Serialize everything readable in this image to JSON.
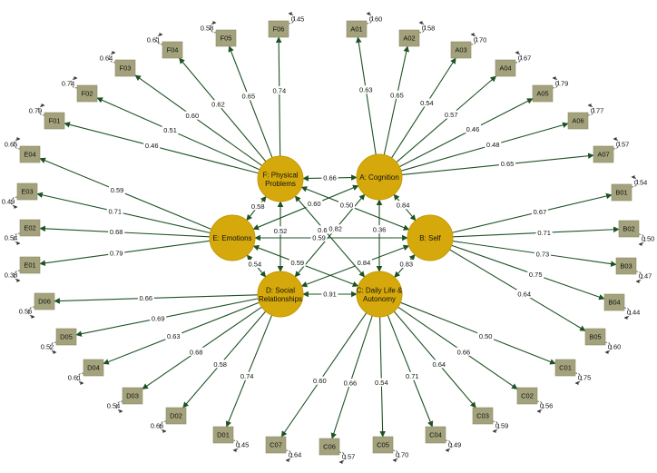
{
  "colors": {
    "factor": "#d5a90b",
    "indicator": "#a3a27c",
    "edge": "#1e5224"
  },
  "factors": [
    {
      "id": "F",
      "lines": [
        "F: Physical",
        "Problems"
      ]
    },
    {
      "id": "A",
      "lines": [
        "A: Cognition"
      ]
    },
    {
      "id": "E",
      "lines": [
        "E: Emotions"
      ]
    },
    {
      "id": "B",
      "lines": [
        "B: Self"
      ]
    },
    {
      "id": "D",
      "lines": [
        "D: Social",
        "Relationships"
      ]
    },
    {
      "id": "C",
      "lines": [
        "C: Daily Life &",
        "Autonomy"
      ]
    }
  ],
  "indicators": [
    {
      "id": "F01",
      "factor": "F",
      "loading": "0.46",
      "error": "0.79"
    },
    {
      "id": "F02",
      "factor": "F",
      "loading": "0.51",
      "error": "0.74"
    },
    {
      "id": "F03",
      "factor": "F",
      "loading": "0.60",
      "error": "0.64"
    },
    {
      "id": "F04",
      "factor": "F",
      "loading": "0.62",
      "error": "0.61"
    },
    {
      "id": "F05",
      "factor": "F",
      "loading": "0.65",
      "error": "0.58"
    },
    {
      "id": "F06",
      "factor": "F",
      "loading": "0.74",
      "error": "0.45"
    },
    {
      "id": "A01",
      "factor": "A",
      "loading": "0.63",
      "error": "0.60"
    },
    {
      "id": "A02",
      "factor": "A",
      "loading": "0.65",
      "error": "0.58"
    },
    {
      "id": "A03",
      "factor": "A",
      "loading": "0.54",
      "error": "0.70"
    },
    {
      "id": "A04",
      "factor": "A",
      "loading": "0.57",
      "error": "0.67"
    },
    {
      "id": "A05",
      "factor": "A",
      "loading": "0.46",
      "error": "0.79"
    },
    {
      "id": "A06",
      "factor": "A",
      "loading": "0.48",
      "error": "0.77"
    },
    {
      "id": "A07",
      "factor": "A",
      "loading": "0.65",
      "error": "0.57"
    },
    {
      "id": "E04",
      "factor": "E",
      "loading": "0.59",
      "error": "0.65"
    },
    {
      "id": "E03",
      "factor": "E",
      "loading": "0.71",
      "error": "0.49"
    },
    {
      "id": "E02",
      "factor": "E",
      "loading": "0.68",
      "error": "0.54"
    },
    {
      "id": "E01",
      "factor": "E",
      "loading": "0.79",
      "error": "0.38"
    },
    {
      "id": "B01",
      "factor": "B",
      "loading": "0.67",
      "error": "0.54"
    },
    {
      "id": "B02",
      "factor": "B",
      "loading": "0.71",
      "error": "0.50"
    },
    {
      "id": "B03",
      "factor": "B",
      "loading": "0.73",
      "error": "0.47"
    },
    {
      "id": "B04",
      "factor": "B",
      "loading": "0.75",
      "error": "0.44"
    },
    {
      "id": "B05",
      "factor": "B",
      "loading": "0.64",
      "error": "0.60"
    },
    {
      "id": "D06",
      "factor": "D",
      "loading": "0.66",
      "error": "0.56"
    },
    {
      "id": "D05",
      "factor": "D",
      "loading": "0.69",
      "error": "0.52"
    },
    {
      "id": "D04",
      "factor": "D",
      "loading": "0.63",
      "error": "0.61"
    },
    {
      "id": "D03",
      "factor": "D",
      "loading": "0.68",
      "error": "0.54"
    },
    {
      "id": "D02",
      "factor": "D",
      "loading": "0.58",
      "error": "0.66"
    },
    {
      "id": "D01",
      "factor": "D",
      "loading": "0.74",
      "error": "0.45"
    },
    {
      "id": "C07",
      "factor": "C",
      "loading": "0.60",
      "error": "0.64"
    },
    {
      "id": "C06",
      "factor": "C",
      "loading": "0.66",
      "error": "0.57"
    },
    {
      "id": "C05",
      "factor": "C",
      "loading": "0.54",
      "error": "0.70"
    },
    {
      "id": "C04",
      "factor": "C",
      "loading": "0.71",
      "error": "0.49"
    },
    {
      "id": "C03",
      "factor": "C",
      "loading": "0.64",
      "error": "0.59"
    },
    {
      "id": "C02",
      "factor": "C",
      "loading": "0.66",
      "error": "0.56"
    },
    {
      "id": "C01",
      "factor": "C",
      "loading": "0.50",
      "error": "0.75"
    }
  ],
  "correlations": [
    {
      "from": "F",
      "to": "A",
      "value": "0.66"
    },
    {
      "from": "F",
      "to": "E",
      "value": "0.58"
    },
    {
      "from": "F",
      "to": "D",
      "value": "0.52"
    },
    {
      "from": "F",
      "to": "B",
      "value": "0.50"
    },
    {
      "from": "F",
      "to": "C",
      "value": "0.65"
    },
    {
      "from": "A",
      "to": "B",
      "value": "0.84"
    },
    {
      "from": "A",
      "to": "C",
      "value": "0.36"
    },
    {
      "from": "A",
      "to": "E",
      "value": "0.60"
    },
    {
      "from": "A",
      "to": "D",
      "value": "0.82"
    },
    {
      "from": "E",
      "to": "B",
      "value": "0.59"
    },
    {
      "from": "E",
      "to": "D",
      "value": "0.54"
    },
    {
      "from": "E",
      "to": "C",
      "value": "0.59"
    },
    {
      "from": "B",
      "to": "C",
      "value": "0.83"
    },
    {
      "from": "B",
      "to": "D",
      "value": "0.84"
    },
    {
      "from": "D",
      "to": "C",
      "value": "0.91"
    }
  ]
}
